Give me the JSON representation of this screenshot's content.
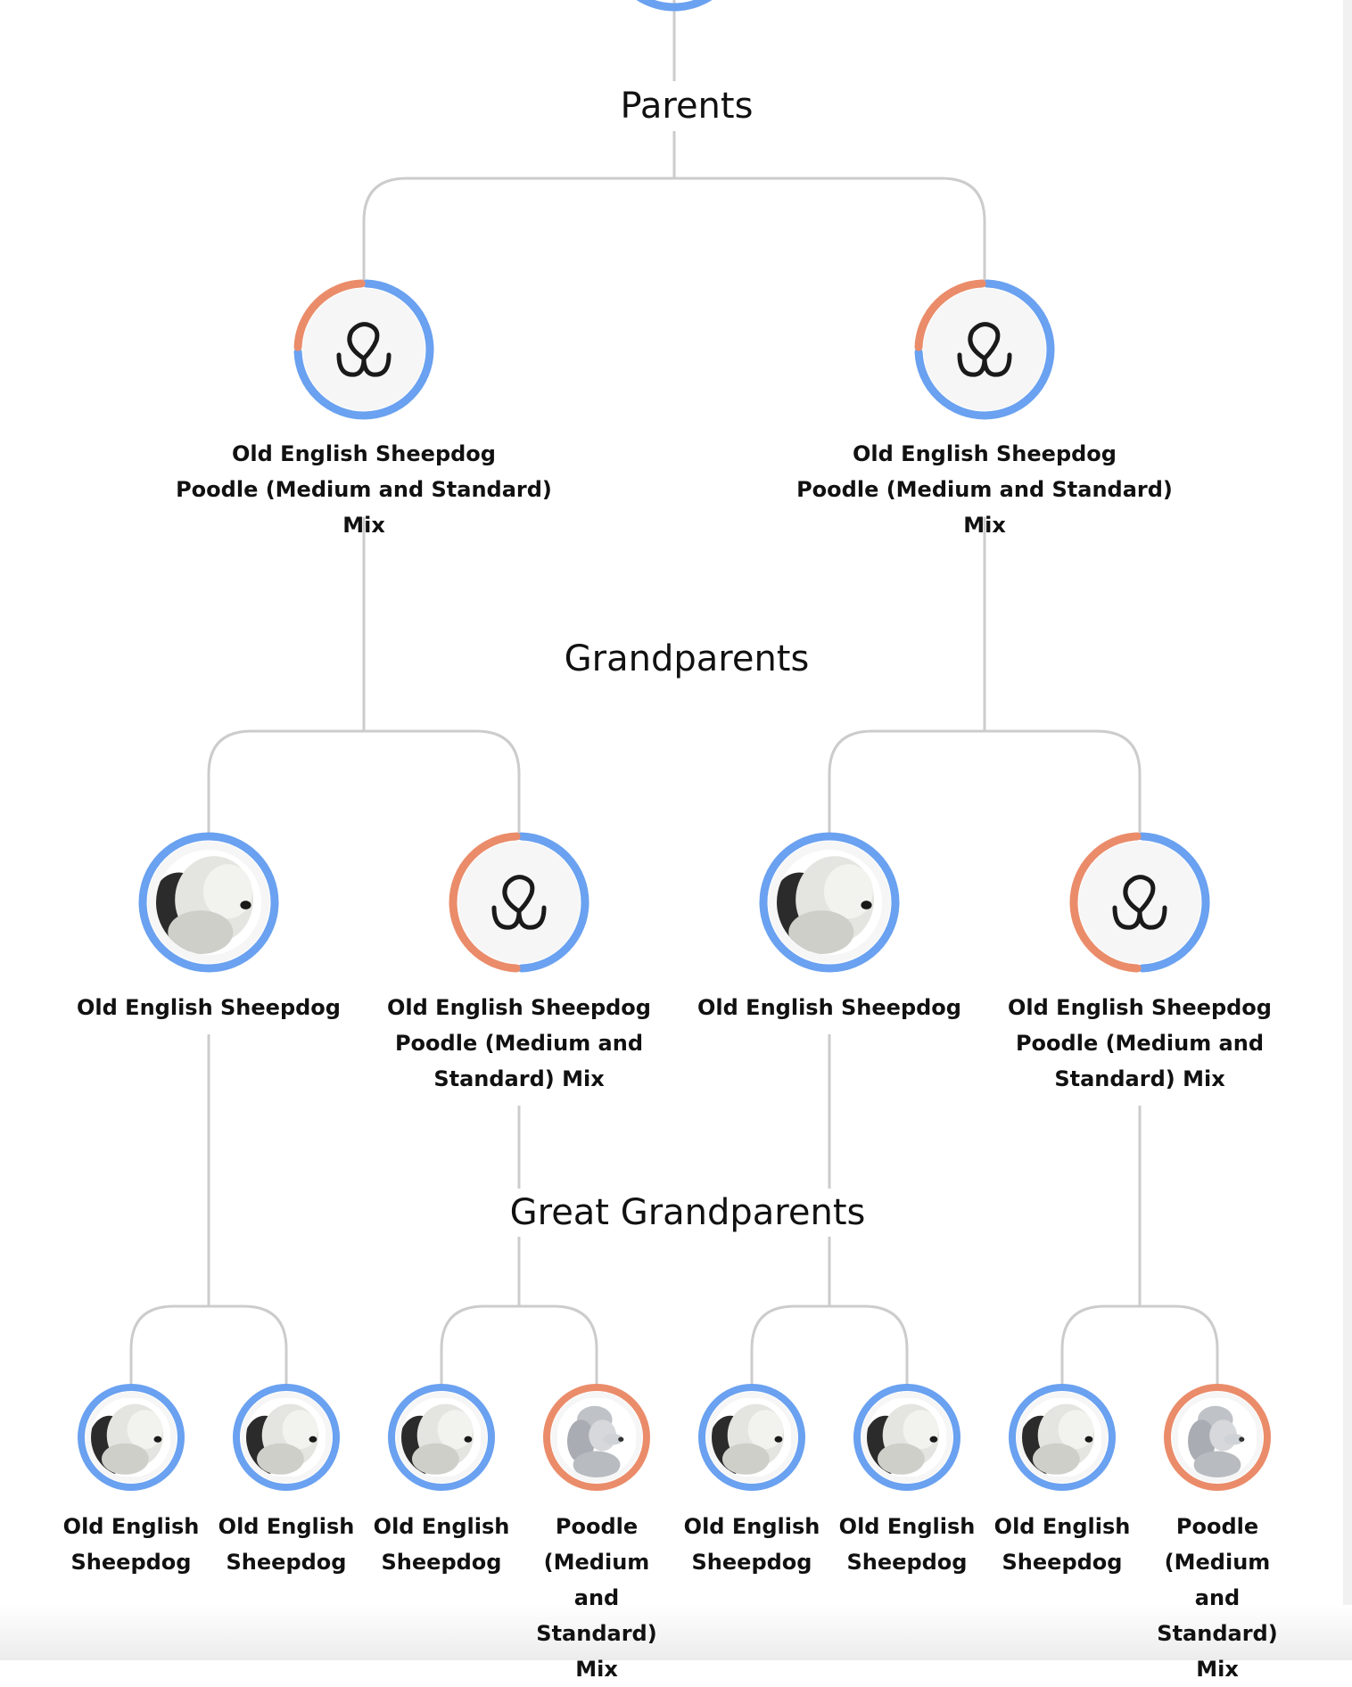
{
  "generations": {
    "parents": "Parents",
    "grandparents": "Grandparents",
    "great_grandparents": "Great Grandparents"
  },
  "colors": {
    "blue": "#6aa1f0",
    "orange": "#ea8c6a",
    "connector": "#cccccc",
    "inner": "#f6f6f6"
  },
  "nodes": {
    "parents": [
      {
        "lines": [
          "Old English Sheepdog",
          "Poodle (Medium and Standard) Mix"
        ],
        "icon": "paw-nose-icon",
        "ring": {
          "blue": 0.75,
          "orange": 0.25
        }
      },
      {
        "lines": [
          "Old English Sheepdog",
          "Poodle (Medium and Standard) Mix"
        ],
        "icon": "paw-nose-icon",
        "ring": {
          "blue": 0.75,
          "orange": 0.25
        }
      }
    ],
    "grandparents": [
      {
        "lines": [
          "Old English Sheepdog"
        ],
        "icon": "old-english-sheepdog-photo",
        "ring": {
          "blue": 1,
          "orange": 0
        }
      },
      {
        "lines": [
          "Old English Sheepdog",
          "Poodle (Medium and",
          "Standard) Mix"
        ],
        "icon": "paw-nose-icon",
        "ring": {
          "blue": 0.5,
          "orange": 0.5
        }
      },
      {
        "lines": [
          "Old English Sheepdog"
        ],
        "icon": "old-english-sheepdog-photo",
        "ring": {
          "blue": 1,
          "orange": 0
        }
      },
      {
        "lines": [
          "Old English Sheepdog",
          "Poodle (Medium and",
          "Standard) Mix"
        ],
        "icon": "paw-nose-icon",
        "ring": {
          "blue": 0.5,
          "orange": 0.5
        }
      }
    ],
    "great_grandparents": [
      {
        "lines": [
          "Old English",
          "Sheepdog"
        ],
        "icon": "old-english-sheepdog-photo",
        "ring": {
          "blue": 1,
          "orange": 0
        }
      },
      {
        "lines": [
          "Old English",
          "Sheepdog"
        ],
        "icon": "old-english-sheepdog-photo",
        "ring": {
          "blue": 1,
          "orange": 0
        }
      },
      {
        "lines": [
          "Old English",
          "Sheepdog"
        ],
        "icon": "old-english-sheepdog-photo",
        "ring": {
          "blue": 1,
          "orange": 0
        }
      },
      {
        "lines": [
          "Poodle",
          "(Medium and",
          "Standard) Mix"
        ],
        "icon": "poodle-photo",
        "ring": {
          "blue": 0,
          "orange": 1
        }
      },
      {
        "lines": [
          "Old English",
          "Sheepdog"
        ],
        "icon": "old-english-sheepdog-photo",
        "ring": {
          "blue": 1,
          "orange": 0
        }
      },
      {
        "lines": [
          "Old English",
          "Sheepdog"
        ],
        "icon": "old-english-sheepdog-photo",
        "ring": {
          "blue": 1,
          "orange": 0
        }
      },
      {
        "lines": [
          "Old English",
          "Sheepdog"
        ],
        "icon": "old-english-sheepdog-photo",
        "ring": {
          "blue": 1,
          "orange": 0
        }
      },
      {
        "lines": [
          "Poodle",
          "(Medium and",
          "Standard) Mix"
        ],
        "icon": "poodle-photo",
        "ring": {
          "blue": 0,
          "orange": 1
        }
      }
    ]
  }
}
